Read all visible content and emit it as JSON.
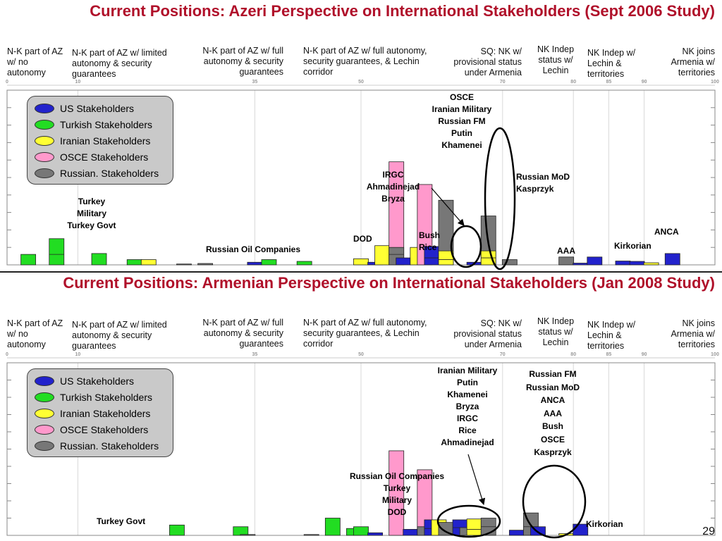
{
  "page_number": "29",
  "colors": {
    "us": "#2222cc",
    "turkish": "#22dd22",
    "iranian": "#ffff33",
    "osce": "#ff99cc",
    "russian": "#777777"
  },
  "legend": [
    {
      "label": "US Stakeholders",
      "color_key": "us"
    },
    {
      "label": "Turkish Stakeholders",
      "color_key": "turkish"
    },
    {
      "label": "Iranian Stakeholders",
      "color_key": "iranian"
    },
    {
      "label": "OSCE Stakeholders",
      "color_key": "osce"
    },
    {
      "label": "Russian. Stakeholders",
      "color_key": "russian"
    }
  ],
  "headers": [
    {
      "text": "N-K part of AZ w/ no autonomy"
    },
    {
      "text": "N-K part of AZ w/ limited autonomy & security guarantees"
    },
    {
      "text": "N-K part of AZ w/ full autonomy & security guarantees"
    },
    {
      "text": "N-K part of AZ w/ full autonomy, security guarantees, & Lechin corridor"
    },
    {
      "text": "SQ: NK w/ provisional status under Armenia"
    },
    {
      "text": "NK Indep status w/ Lechin"
    },
    {
      "text": "NK Indep w/ Lechin & territories"
    },
    {
      "text": "NK joins Armenia w/ territories"
    }
  ],
  "chart_data": [
    {
      "type": "bar",
      "title": "Current Positions: Azeri Perspective on International Stakeholders (Sept 2006 Study)",
      "xlim": [
        0,
        100
      ],
      "ylim": [
        0,
        10
      ],
      "ticks": [
        0,
        10,
        35,
        50,
        70,
        80,
        85,
        90,
        100
      ],
      "bars": [
        {
          "x": 3,
          "h": 0.6,
          "c": "turkish"
        },
        {
          "x": 7,
          "h": 1.5,
          "c": "turkish",
          "mid": 0.6
        },
        {
          "x": 13,
          "h": 0.65,
          "c": "turkish"
        },
        {
          "x": 18,
          "h": 0.3,
          "c": "turkish"
        },
        {
          "x": 20,
          "h": 0.3,
          "c": "iranian"
        },
        {
          "x": 25,
          "h": 0.05,
          "c": "russian"
        },
        {
          "x": 28,
          "h": 0.08,
          "c": "russian"
        },
        {
          "x": 35,
          "h": 0.15,
          "c": "us"
        },
        {
          "x": 37,
          "h": 0.3,
          "c": "turkish"
        },
        {
          "x": 42,
          "h": 0.2,
          "c": "turkish"
        },
        {
          "x": 50,
          "h": 0.35,
          "c": "iranian"
        },
        {
          "x": 52,
          "h": 0.15,
          "c": "us"
        },
        {
          "x": 53,
          "h": 1.1,
          "c": "iranian"
        },
        {
          "x": 55,
          "h": 5.9,
          "c": "osce"
        },
        {
          "x": 55,
          "h": 1.0,
          "c": "russian",
          "mid": 0.6
        },
        {
          "x": 56,
          "h": 0.4,
          "c": "us"
        },
        {
          "x": 58,
          "h": 1.0,
          "c": "iranian"
        },
        {
          "x": 59,
          "h": 4.6,
          "c": "osce"
        },
        {
          "x": 60,
          "h": 1.05,
          "c": "us",
          "mid": 0.4
        },
        {
          "x": 62,
          "h": 3.7,
          "c": "russian"
        },
        {
          "x": 62,
          "h": 0.8,
          "c": "iranian",
          "mid": 0.3
        },
        {
          "x": 66,
          "h": 0.15,
          "c": "us"
        },
        {
          "x": 68,
          "h": 2.8,
          "c": "russian"
        },
        {
          "x": 68,
          "h": 0.8,
          "c": "iranian",
          "mid": 0.4
        },
        {
          "x": 71,
          "h": 0.3,
          "c": "russian"
        },
        {
          "x": 79,
          "h": 0.45,
          "c": "russian"
        },
        {
          "x": 81,
          "h": 0.1,
          "c": "us"
        },
        {
          "x": 83,
          "h": 0.45,
          "c": "us"
        },
        {
          "x": 87,
          "h": 0.22,
          "c": "us"
        },
        {
          "x": 89,
          "h": 0.2,
          "c": "us"
        },
        {
          "x": 91,
          "h": 0.12,
          "c": "iranian"
        },
        {
          "x": 94,
          "h": 0.65,
          "c": "us"
        }
      ],
      "annotations": [
        "OSCE",
        "Iranian Military",
        "Russian FM",
        "Putin",
        "Khamenei",
        "IRGC",
        "Ahmadinejad",
        "Bryza",
        "Russian MoD",
        "Kasprzyk",
        "Turkey",
        "Military",
        "Turkey Govt",
        "Russian Oil Companies",
        "DOD",
        "Bush",
        "Rice",
        "AAA",
        "Kirkorian",
        "ANCA"
      ]
    },
    {
      "type": "bar",
      "title": "Current Positions: Armenian Perspective on International Stakeholders (Jan 2008 Study)",
      "xlim": [
        0,
        100
      ],
      "ylim": [
        0,
        10
      ],
      "ticks": [
        0,
        10,
        35,
        50,
        70,
        80,
        85,
        90,
        100
      ],
      "bars": [
        {
          "x": 24,
          "h": 0.6,
          "c": "turkish"
        },
        {
          "x": 33,
          "h": 0.5,
          "c": "turkish"
        },
        {
          "x": 34,
          "h": 0.05,
          "c": "russian"
        },
        {
          "x": 43,
          "h": 0.05,
          "c": "russian"
        },
        {
          "x": 46,
          "h": 1.0,
          "c": "turkish"
        },
        {
          "x": 49,
          "h": 0.4,
          "c": "turkish"
        },
        {
          "x": 50,
          "h": 0.5,
          "c": "turkish"
        },
        {
          "x": 52,
          "h": 0.15,
          "c": "us"
        },
        {
          "x": 55,
          "h": 4.9,
          "c": "osce"
        },
        {
          "x": 57,
          "h": 0.35,
          "c": "us"
        },
        {
          "x": 59,
          "h": 3.8,
          "c": "osce"
        },
        {
          "x": 59,
          "h": 0.5,
          "c": "russian"
        },
        {
          "x": 60,
          "h": 0.9,
          "c": "us",
          "mid": 0.4
        },
        {
          "x": 61,
          "h": 0.9,
          "c": "iranian"
        },
        {
          "x": 62,
          "h": 0.75,
          "c": "russian"
        },
        {
          "x": 64,
          "h": 0.9,
          "c": "us",
          "mid": 0.45
        },
        {
          "x": 65,
          "h": 0.45,
          "c": "russian"
        },
        {
          "x": 66,
          "h": 0.95,
          "c": "iranian",
          "mid": 0.35
        },
        {
          "x": 68,
          "h": 1.0,
          "c": "russian",
          "mid": 0.5
        },
        {
          "x": 72,
          "h": 0.3,
          "c": "us"
        },
        {
          "x": 74,
          "h": 1.3,
          "c": "russian",
          "mid": 0.5
        },
        {
          "x": 75,
          "h": 0.5,
          "c": "us"
        },
        {
          "x": 79,
          "h": 0.1,
          "c": "iranian"
        },
        {
          "x": 81,
          "h": 0.65,
          "c": "us"
        }
      ],
      "annotations": [
        "Iranian Military",
        "Putin",
        "Khamenei",
        "Bryza",
        "IRGC",
        "Rice",
        "Ahmadinejad",
        "Russian FM",
        "Russian MoD",
        "ANCA",
        "AAA",
        "Bush",
        "OSCE",
        "Kasprzyk",
        "Russian Oil Companies",
        "Turkey",
        "Military",
        "DOD",
        "Turkey Govt",
        "Kirkorian"
      ]
    }
  ]
}
